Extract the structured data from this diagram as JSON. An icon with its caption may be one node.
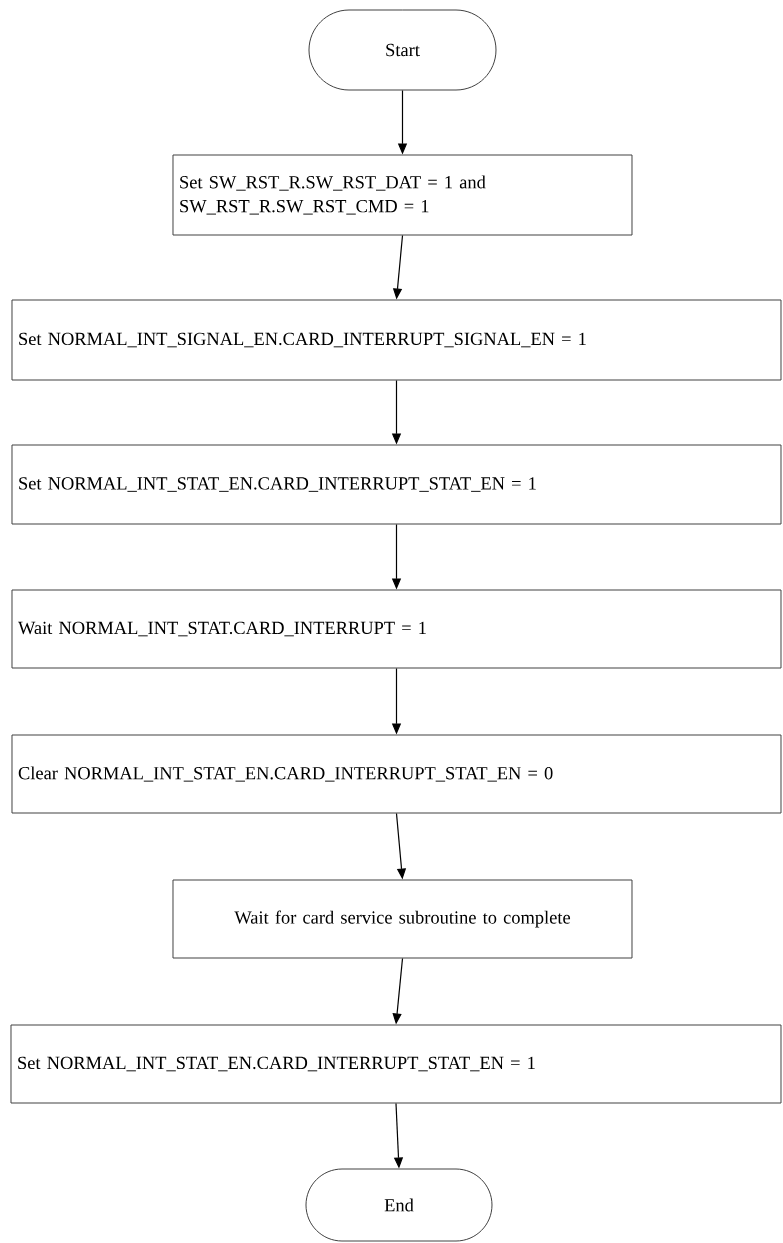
{
  "diagram": {
    "nodes": [
      {
        "text": [
          "Start"
        ]
      },
      {
        "text": [
          "Set SW_RST_R.SW_RST_DAT = 1 and SW_RST_R.SW_RST_CMD = 1"
        ]
      },
      {
        "text": [
          "Set NORMAL_INT_SIGNAL_EN.CARD_INTERRUPT_SIGNAL_EN = 1"
        ]
      },
      {
        "text": [
          "Set NORMAL_INT_STAT_EN.CARD_INTERRUPT_STAT_EN = 1"
        ]
      },
      {
        "text": [
          "Wait NORMAL_INT_STAT.CARD_INTERRUPT = 1"
        ]
      },
      {
        "text": [
          "Clear NORMAL_INT_STAT_EN.CARD_INTERRUPT_STAT_EN = 0"
        ]
      },
      {
        "text": [
          "Wait for card service subroutine to complete"
        ]
      },
      {
        "text": [
          "Set NORMAL_INT_STAT_EN.CARD_INTERRUPT_STAT_EN = 1"
        ]
      },
      {
        "text": [
          "End"
        ]
      }
    ],
    "edges": [
      {
        "from": 0,
        "to": 1,
        "arrow": "to"
      },
      {
        "from": 1,
        "to": 2,
        "arrow": "to"
      },
      {
        "from": 2,
        "to": 3,
        "arrow": "to"
      },
      {
        "from": 3,
        "to": 4,
        "arrow": "to"
      },
      {
        "from": 4,
        "to": 5,
        "arrow": "to"
      },
      {
        "from": 5,
        "to": 6,
        "arrow": "to"
      },
      {
        "from": 6,
        "to": 7,
        "arrow": "to"
      },
      {
        "from": 7,
        "to": 8,
        "arrow": "to"
      }
    ]
  }
}
